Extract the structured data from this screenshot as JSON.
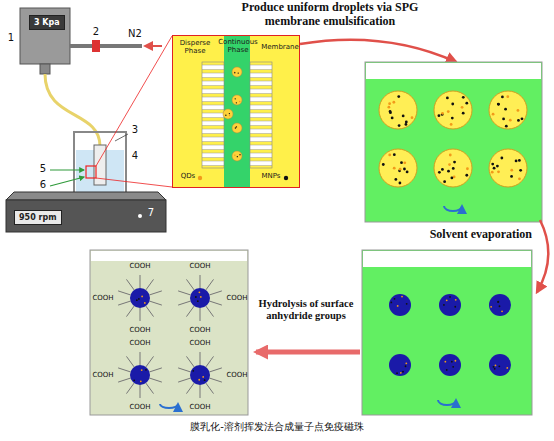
{
  "diagram": {
    "caption": "膜乳化-溶剂挥发法合成量子点免疫磁珠",
    "nodes": [
      {
        "text": [
          "3 Kpa"
        ]
      },
      {
        "text": [
          "950 rpm"
        ]
      },
      {
        "text": [
          "Disperse Phase",
          "Continuous Phase",
          "Membrane",
          "QDs",
          "MNPs"
        ]
      }
    ],
    "labels": [
      "Produce uniform droplets via SPG membrane emulsification",
      "Solvent evaporation",
      "Hydrolysis of surface anhydride groups",
      "1",
      "2",
      "N2",
      "3",
      "4",
      "5",
      "6",
      "7",
      "COOH",
      "COOH",
      "COOH",
      "COOH",
      "COOH",
      "COOH",
      "COOH",
      "COOH",
      "COOH",
      "COOH",
      "COOH",
      "COOH"
    ]
  }
}
